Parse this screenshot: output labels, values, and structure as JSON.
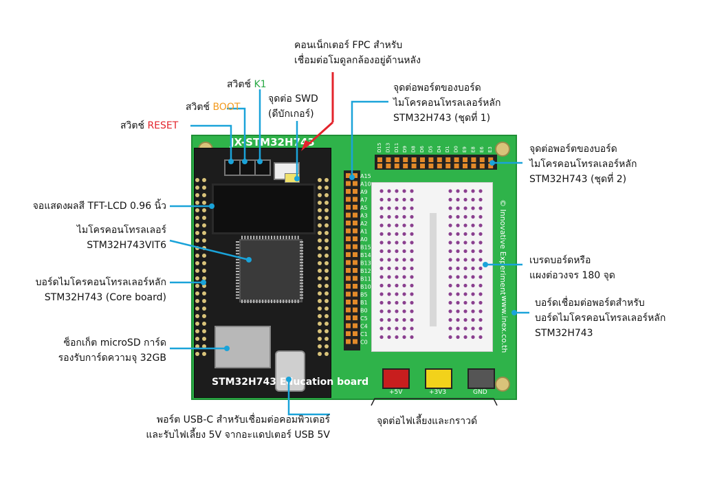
{
  "board": {
    "title_core": "JX-STM32H743",
    "title_edu": "STM32H743 Education board",
    "side_text": "© Innovative Experiment",
    "url_text": "www.inex.co.th",
    "power_labels": [
      "+5V",
      "+3V3",
      "GND"
    ],
    "left_pins": [
      "A15",
      "A10",
      "A9",
      "A7",
      "A5",
      "A3",
      "A2",
      "A1",
      "A0",
      "B15",
      "B14",
      "B13",
      "B12",
      "B11",
      "B10",
      "B5",
      "B1",
      "B0",
      "C5",
      "C4",
      "C1",
      "C0"
    ],
    "top_pins": [
      "D15",
      "D13",
      "D11",
      "D9",
      "D8",
      "D6",
      "D5",
      "D4",
      "D1",
      "D0",
      "E9",
      "E8",
      "E6",
      "E3"
    ]
  },
  "labels": {
    "fpc": [
      "คอนเน็กเตอร์ FPC สำหรับ",
      "เชื่อมต่อโมดูลกล้องอยู่ด้านหลัง"
    ],
    "swd": [
      "จุดต่อ SWD",
      "(ดีบักเกอร์)"
    ],
    "k1_prefix": "สวิตช์ ",
    "k1": "K1",
    "boot_prefix": "สวิตช์ ",
    "boot": "BOOT",
    "reset_prefix": "สวิตช์ ",
    "reset": "RESET",
    "port1": [
      "จุดต่อพอร์ตของบอร์ด",
      "ไมโครคอนโทรลเลอร์หลัก",
      "STM32H743 (ชุดที่ 1)"
    ],
    "port2": [
      "จุดต่อพอร์ตของบอร์ด",
      "ไมโครคอนโทรลเลอร์หลัก",
      "STM32H743 (ชุดที่ 2)"
    ],
    "lcd": "จอแสดงผลสี TFT-LCD 0.96 นิ้ว",
    "mcu": [
      "ไมโครคอนโทรลเลอร์",
      "STM32H743VIT6"
    ],
    "coreboard": [
      "บอร์ดไมโครคอนโทรลเลอร์หลัก",
      "STM32H743 (Core board)"
    ],
    "sd": [
      "ซ็อกเก็ต microSD การ์ด",
      "รองรับการ์ดความจุ 32GB"
    ],
    "usb": [
      "พอร์ต USB-C สำหรับเชื่อมต่อคอมพิวเตอร์",
      "และรับไฟเลี้ยง 5V จากอะแดปเตอร์ USB 5V"
    ],
    "breadboard": [
      "เบรดบอร์ดหรือ",
      "แผงต่อวงจร 180 จุด"
    ],
    "connector": [
      "บอร์ดเชื่อมต่อพอร์ตสำหรับ",
      "บอร์ดไมโครคอนโทรลเลอร์หลัก",
      "STM32H743"
    ],
    "power": "จุดต่อไฟเลี้ยงและกราวด์"
  },
  "colors": {
    "callout": "#1aa3d9",
    "fpc_arrow": "#e3232b",
    "pcb": "#2fb34a",
    "core": "#1c1c1c"
  }
}
